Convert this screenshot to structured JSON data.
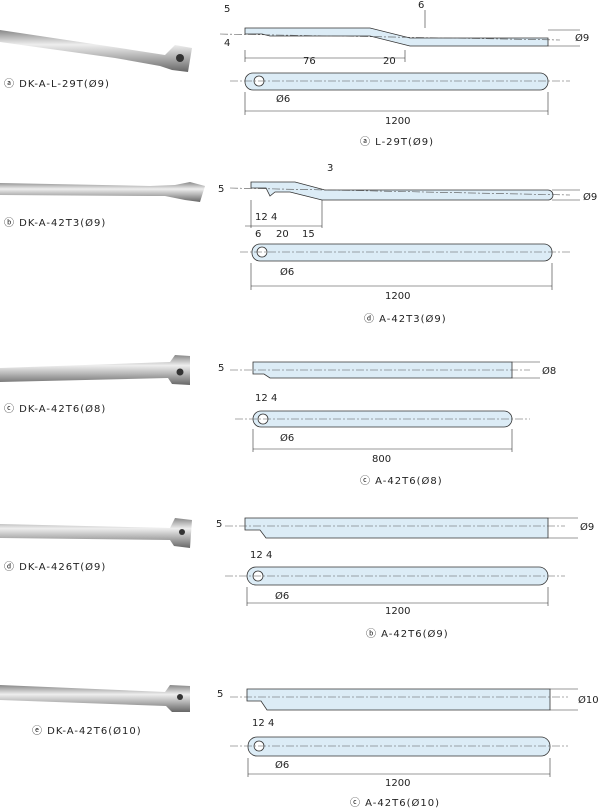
{
  "items": [
    {
      "label": "ⓐ DK-A-L-29T(Ø9)",
      "caption": "ⓐ L-29T(Ø9)",
      "dims": [
        "5",
        "4",
        "6",
        "76",
        "20",
        "Ø9",
        "Ø6",
        "1200"
      ]
    },
    {
      "label": "ⓑ DK-A-42T3(Ø9)",
      "caption": "ⓓ A-42T3(Ø9)",
      "dims": [
        "5",
        "3",
        "12",
        "4",
        "6",
        "20",
        "15",
        "Ø9",
        "Ø6",
        "1200"
      ]
    },
    {
      "label": "ⓒ DK-A-42T6(Ø8)",
      "caption": "ⓒ A-42T6(Ø8)",
      "dims": [
        "5",
        "12",
        "4",
        "Ø8",
        "Ø6",
        "800"
      ]
    },
    {
      "label": "ⓓ DK-A-426T(Ø9)",
      "caption": "ⓑ A-42T6(Ø9)",
      "dims": [
        "5",
        "12",
        "4",
        "Ø9",
        "Ø6",
        "1200"
      ]
    },
    {
      "label": "ⓔ DK-A-42T6(Ø10)",
      "caption": "ⓒ A-42T6(Ø10)",
      "dims": [
        "5",
        "12",
        "4",
        "Ø10",
        "Ø6",
        "1200"
      ]
    }
  ],
  "colors": {
    "part_fill": "#dcecf6",
    "outline": "#333333"
  }
}
